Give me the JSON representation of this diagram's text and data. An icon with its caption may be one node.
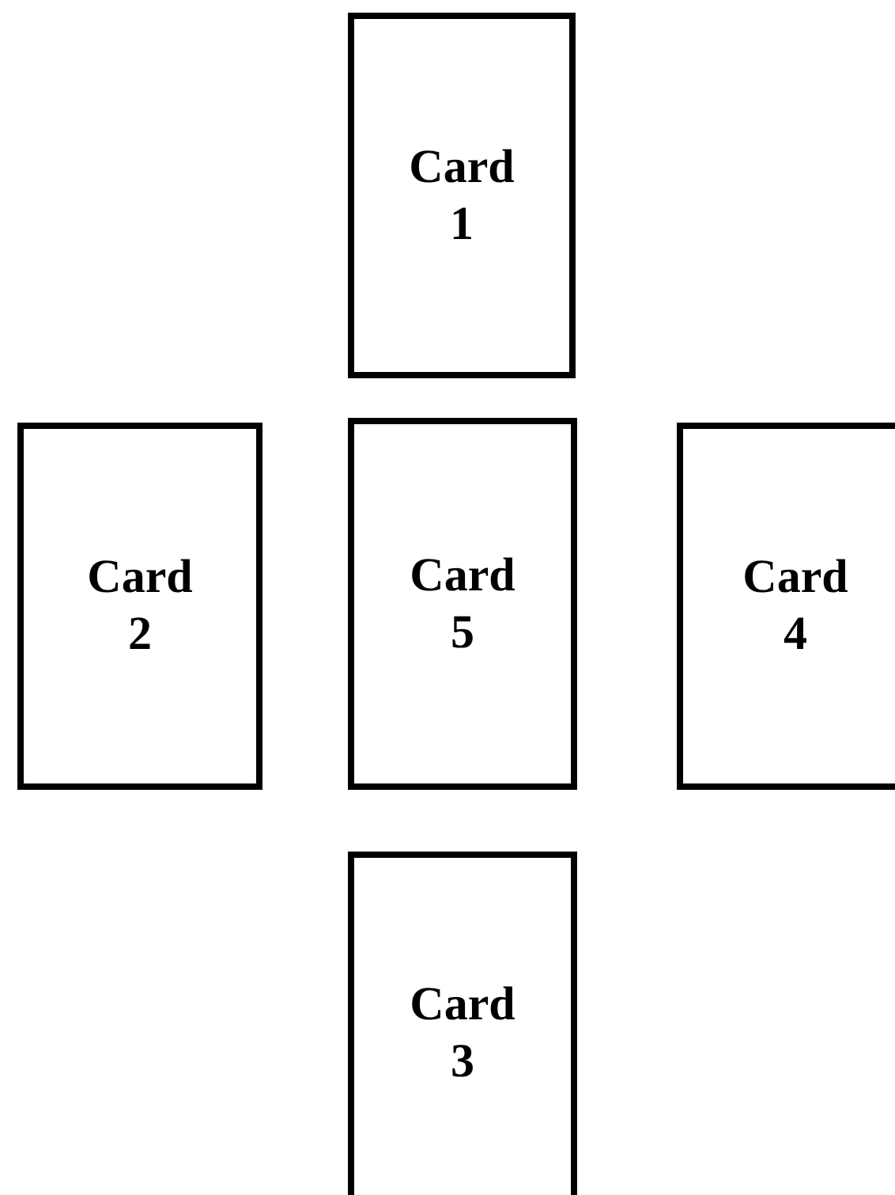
{
  "diagram": {
    "nodes": [
      {
        "text": [
          "Card 1"
        ]
      },
      {
        "text": [
          "Card 2"
        ]
      },
      {
        "text": [
          "Card 5"
        ]
      },
      {
        "text": [
          "Card 4"
        ]
      },
      {
        "text": [
          "Card 3"
        ]
      }
    ]
  }
}
